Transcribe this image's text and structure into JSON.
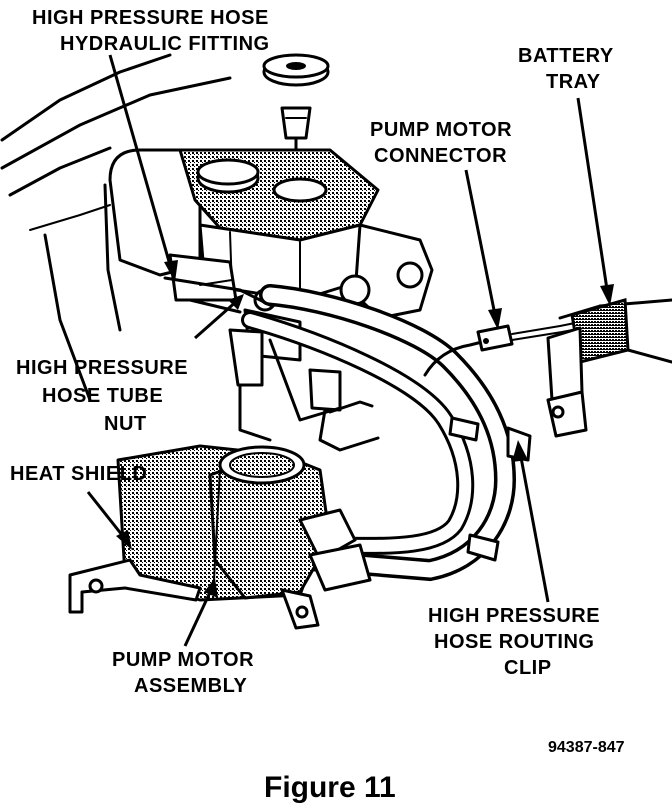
{
  "labels": {
    "high_pressure_hose_fitting_line1": "HIGH PRESSURE HOSE",
    "high_pressure_hose_fitting_line2": "HYDRAULIC FITTING",
    "battery_tray_line1": "BATTERY",
    "battery_tray_line2": "TRAY",
    "pump_motor_connector_line1": "PUMP MOTOR",
    "pump_motor_connector_line2": "CONNECTOR",
    "tube_nut_line1": "HIGH PRESSURE",
    "tube_nut_line2": "HOSE TUBE",
    "tube_nut_line3": "NUT",
    "heat_shield": "HEAT SHIELD",
    "pump_motor_assembly_line1": "PUMP MOTOR",
    "pump_motor_assembly_line2": "ASSEMBLY",
    "routing_clip_line1": "HIGH PRESSURE",
    "routing_clip_line2": "HOSE ROUTING",
    "routing_clip_line3": "CLIP"
  },
  "part_number": "94387-847",
  "caption": "Figure 11"
}
